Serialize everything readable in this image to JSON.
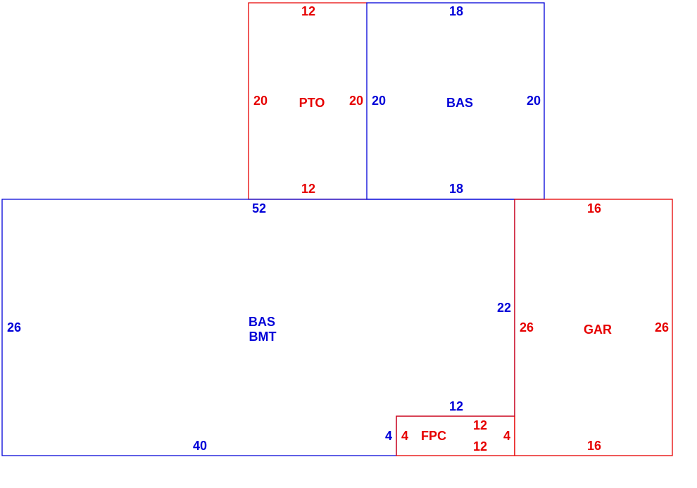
{
  "colors": {
    "red": "#e60000",
    "blue": "#0000d8"
  },
  "areas": {
    "pto": {
      "label": "PTO",
      "top": "12",
      "bottom": "12",
      "left": "20",
      "right": "20"
    },
    "bas_upper": {
      "label": "BAS",
      "top": "18",
      "bottom": "18",
      "left": "20",
      "right": "20"
    },
    "bas_bmt": {
      "label1": "BAS",
      "label2": "BMT",
      "top": "52",
      "left": "26",
      "right": "22",
      "bottom": "40",
      "notch_top": "12",
      "notch_side": "4"
    },
    "gar": {
      "label": "GAR",
      "top": "16",
      "bottom": "16",
      "left": "26",
      "right": "26"
    },
    "fpc": {
      "label": "FPC",
      "top": "12",
      "bottom": "12",
      "left": "4",
      "right": "4"
    }
  }
}
